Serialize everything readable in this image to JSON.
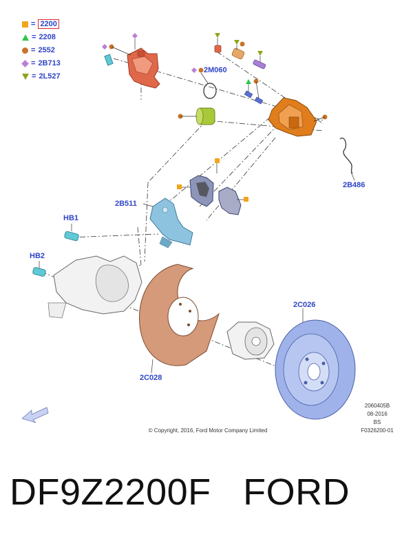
{
  "legend": {
    "items": [
      {
        "symbol": "square",
        "color": "#f2a51c",
        "code": "2200",
        "highlighted": true
      },
      {
        "symbol": "triangle-up",
        "color": "#2cc64a",
        "code": "2208"
      },
      {
        "symbol": "circle",
        "color": "#c8742a",
        "code": "2552"
      },
      {
        "symbol": "diamond",
        "color": "#b97fd6",
        "code": "2B713"
      },
      {
        "symbol": "triangle-down",
        "color": "#8ea31c",
        "code": "2L527"
      }
    ],
    "equals": "="
  },
  "callouts": {
    "m2060": "2M060",
    "b486": "2B486",
    "b511": "2B511",
    "hb1": "HB1",
    "hb2": "HB2",
    "c026": "2C026",
    "c028": "2C028"
  },
  "meta": {
    "ref_code": "2060405B",
    "date": "08-2016",
    "initials": "BS",
    "figure_id": "F0326200-01",
    "copyright": "© Copyright, 2016, Ford Motor Company Limited"
  },
  "caption": {
    "part_number": "DF9Z2200F",
    "brand": "FORD"
  },
  "colors": {
    "callout_blue": "#2e45c8",
    "caliper_red": "#e0684a",
    "caliper_orange": "#e07d1c",
    "bracket_blue": "#8ec3e0",
    "rotor_blue": "#9fb3ea",
    "shield_tan": "#d49a7a"
  }
}
